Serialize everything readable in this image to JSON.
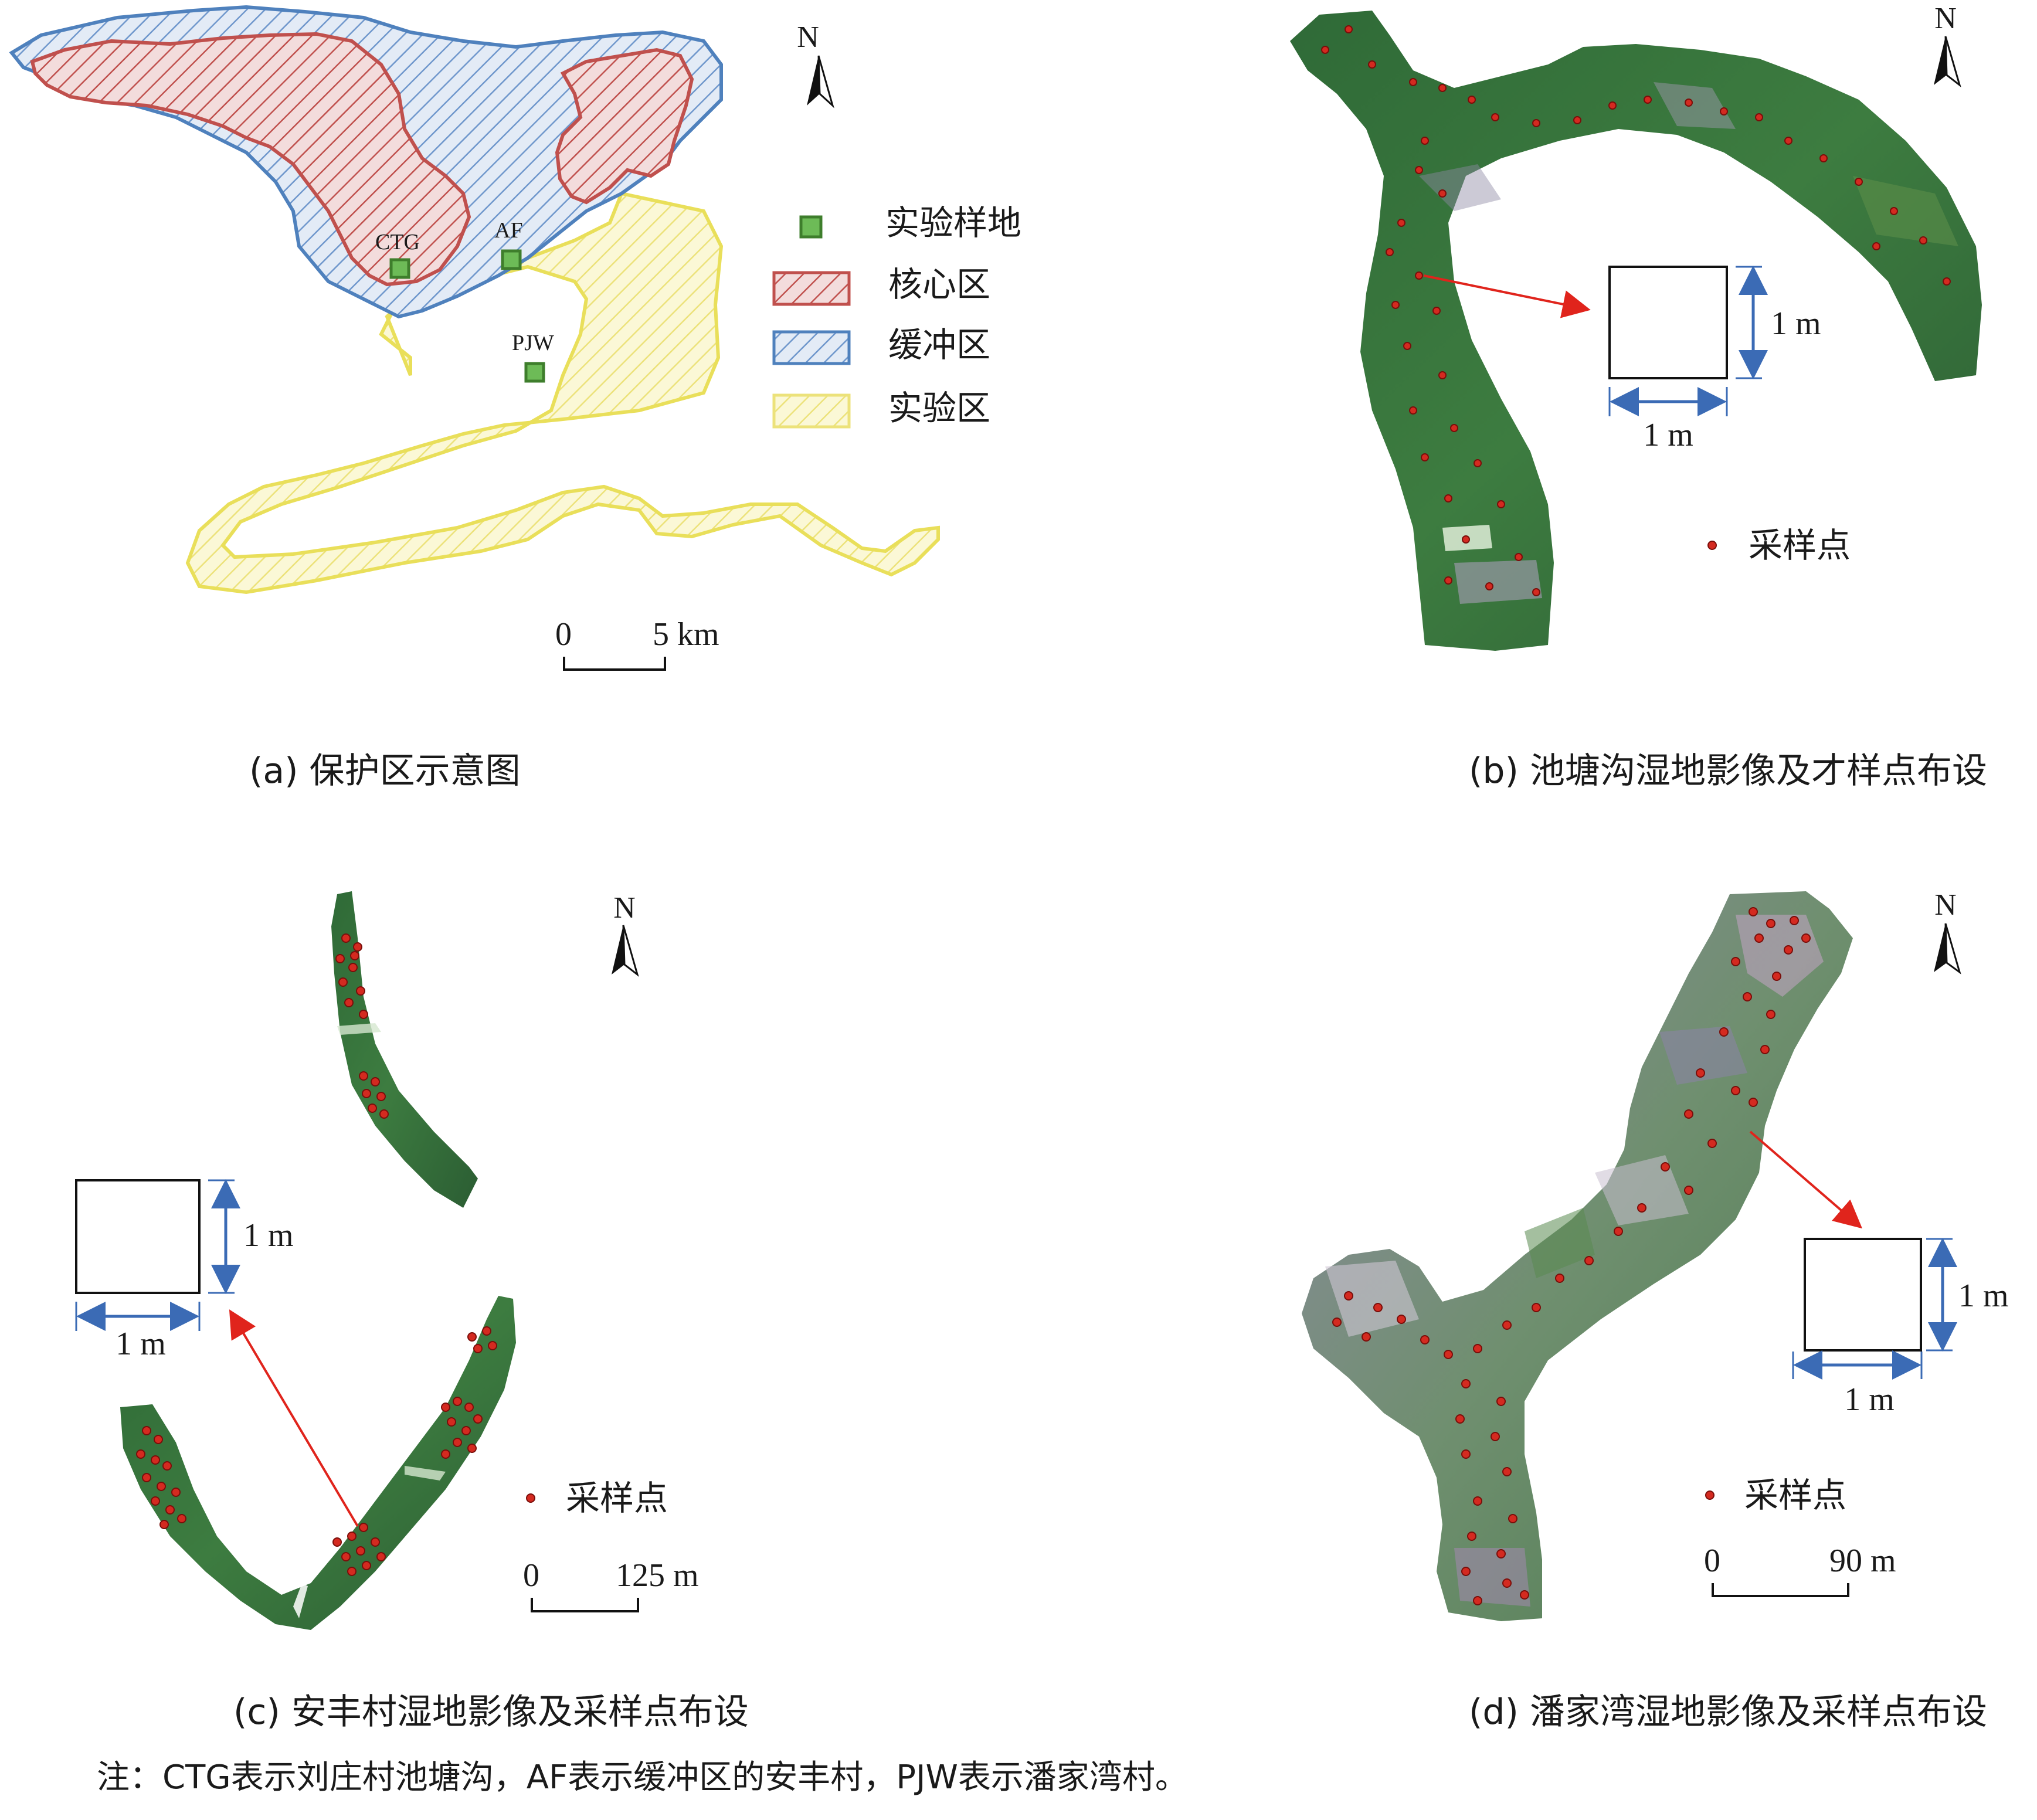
{
  "panels": {
    "a": {
      "caption": "(a) 保护区示意图",
      "site_labels": [
        "CTG",
        "AF",
        "PJW"
      ],
      "legend": {
        "site": "实验样地",
        "core": "核心区",
        "buffer": "缓冲区",
        "experimental": "实验区"
      },
      "scale": {
        "zero": "0",
        "end": "5 km"
      },
      "north": "N",
      "colors": {
        "core": "#c0504d",
        "buffer": "#4f81bd",
        "experimental": "#e8e06a",
        "site": "#5a9e3a"
      }
    },
    "b": {
      "caption": "(b) 池塘沟湿地影像及才样点布设",
      "north": "N",
      "quadrat": {
        "side_label": "1 m",
        "bottom_label": "1 m"
      },
      "legend": {
        "sample_point": "采样点"
      }
    },
    "c": {
      "caption": "(c) 安丰村湿地影像及采样点布设",
      "north": "N",
      "quadrat": {
        "side_label": "1 m",
        "bottom_label": "1 m"
      },
      "legend": {
        "sample_point": "采样点"
      },
      "scale": {
        "zero": "0",
        "end": "125 m"
      }
    },
    "d": {
      "caption": "(d) 潘家湾湿地影像及采样点布设",
      "north": "N",
      "quadrat": {
        "side_label": "1 m",
        "bottom_label": "1 m"
      },
      "legend": {
        "sample_point": "采样点"
      },
      "scale": {
        "zero": "0",
        "end": "90 m"
      }
    }
  },
  "note": "注：CTG表示刘庄村池塘沟，AF表示缓冲区的安丰村，PJW表示潘家湾村。",
  "colors": {
    "sample_point": "#d42a20",
    "arrow": "#e0241c",
    "dimension": "#3b6bb5"
  }
}
